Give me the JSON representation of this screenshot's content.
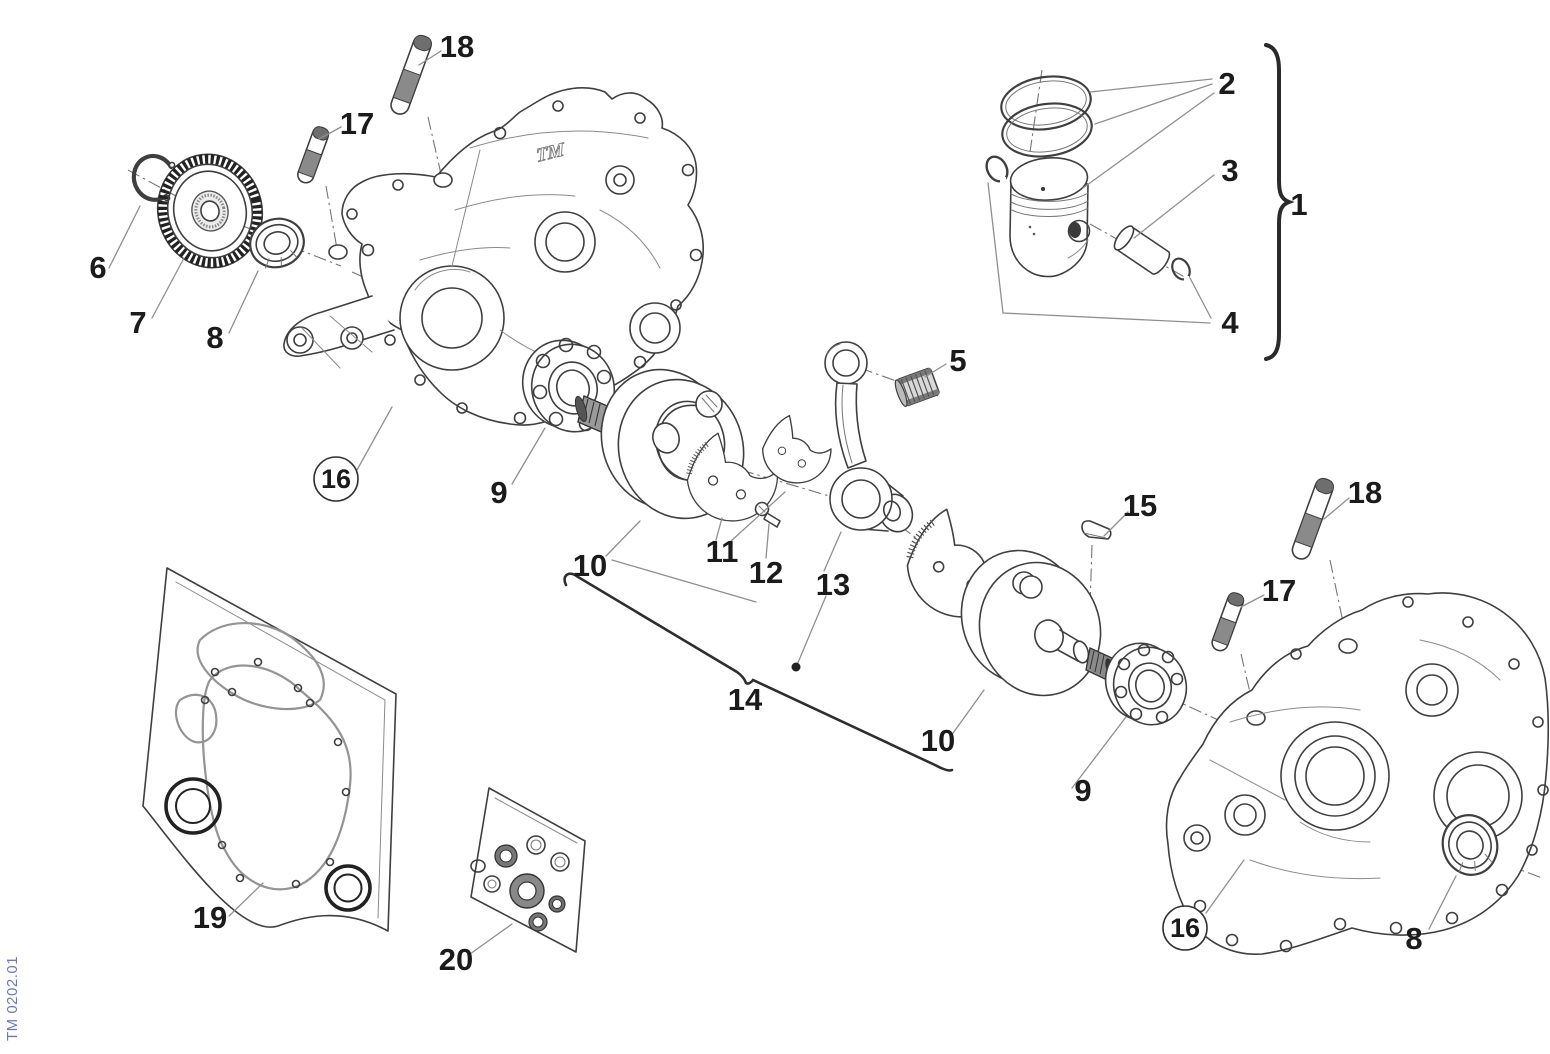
{
  "watermark": {
    "text": "TM 0202.01",
    "color": "#6b79b8"
  },
  "case_logo": {
    "text": "TM"
  },
  "colors": {
    "line": "#3f3f3f",
    "leader": "#8f8f8f",
    "label": "#1b1b1b",
    "gear_dark": "#222222"
  },
  "callouts": {
    "n1": {
      "label": "1"
    },
    "n2": {
      "label": "2"
    },
    "n3": {
      "label": "3"
    },
    "n4": {
      "label": "4"
    },
    "n5": {
      "label": "5"
    },
    "n6": {
      "label": "6"
    },
    "n7": {
      "label": "7"
    },
    "n8l": {
      "label": "8"
    },
    "n8r": {
      "label": "8"
    },
    "n9l": {
      "label": "9"
    },
    "n9r": {
      "label": "9"
    },
    "n10l": {
      "label": "10"
    },
    "n10r": {
      "label": "10"
    },
    "n11": {
      "label": "11"
    },
    "n12": {
      "label": "12"
    },
    "n13": {
      "label": "13"
    },
    "n14": {
      "label": "14"
    },
    "n15": {
      "label": "15"
    },
    "n16l": {
      "label": "16"
    },
    "n16r": {
      "label": "16"
    },
    "n17l": {
      "label": "17"
    },
    "n17r": {
      "label": "17"
    },
    "n18l": {
      "label": "18"
    },
    "n18r": {
      "label": "18"
    },
    "n19": {
      "label": "19"
    },
    "n20": {
      "label": "20"
    }
  }
}
